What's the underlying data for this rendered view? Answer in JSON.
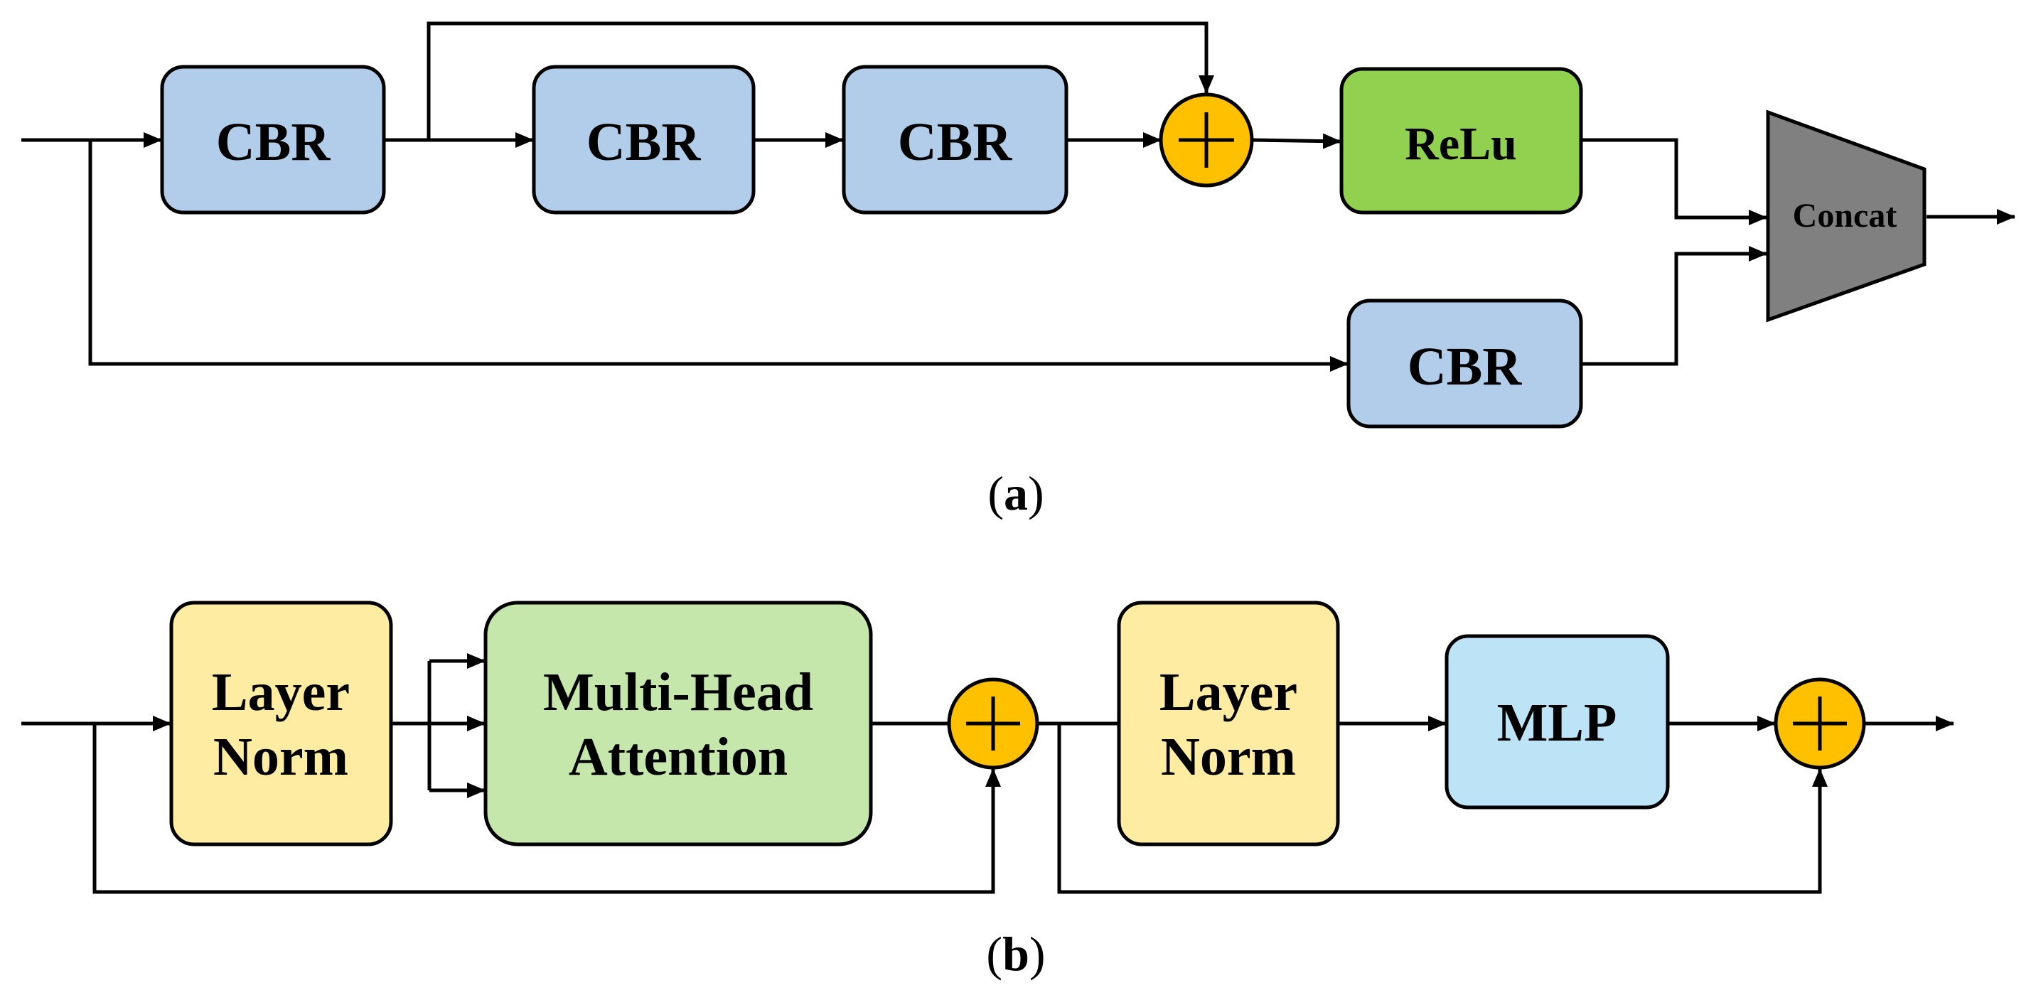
{
  "colors": {
    "cbr_fill": "#b1cdea",
    "relu_fill": "#92d14f",
    "add_fill": "#ffc000",
    "concat_fill": "#808080",
    "layernorm_fill": "#ffeca3",
    "attention_fill": "#c5e7ac",
    "mlp_fill": "#bde3f7",
    "line": "#000000"
  },
  "panel_a": {
    "cbr_1": "CBR",
    "cbr_2": "CBR",
    "cbr_3": "CBR",
    "cbr_bottom": "CBR",
    "relu": "ReLu",
    "concat": "Concat",
    "caption_open": "(",
    "caption_letter": "a",
    "caption_close": ")"
  },
  "panel_b": {
    "layer_norm_1": [
      "Layer",
      "Norm"
    ],
    "attention": [
      "Multi-Head",
      "Attention"
    ],
    "layer_norm_2": [
      "Layer",
      "Norm"
    ],
    "mlp": "MLP",
    "caption_open": "(",
    "caption_letter": "b",
    "caption_close": ")"
  }
}
